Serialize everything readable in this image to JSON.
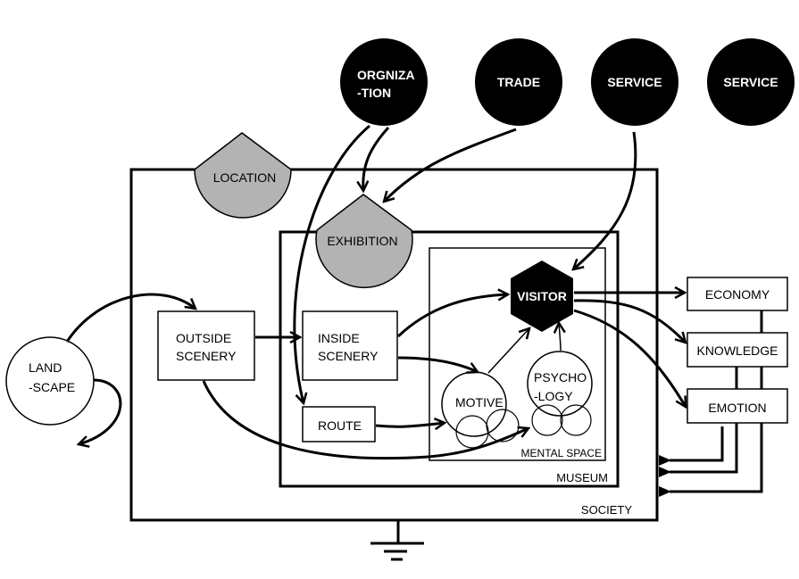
{
  "diagram": {
    "colors": {
      "ink": "#000000",
      "background": "#ffffff",
      "gray_node": "#b3b3b3",
      "dark_node_text": "#ffffff"
    },
    "external_nodes": [
      {
        "id": "organization",
        "lines": [
          "ORGNIZA",
          "-TION"
        ]
      },
      {
        "id": "trade",
        "lines": [
          "TRADE"
        ]
      },
      {
        "id": "service-1",
        "lines": [
          "SERVICE"
        ]
      },
      {
        "id": "service-2",
        "lines": [
          "SERVICE"
        ]
      }
    ],
    "gray_nodes": {
      "location": "LOCATION",
      "exhibition": "EXHIBITION"
    },
    "containers": {
      "society": "SOCIETY",
      "museum": "MUSEUM",
      "mental_space": "MENTAL SPACE"
    },
    "nodes": {
      "landscape": [
        "LAND",
        "-SCAPE"
      ],
      "outside_scenery": [
        "OUTSIDE",
        "SCENERY"
      ],
      "inside_scenery": [
        "INSIDE",
        "SCENERY"
      ],
      "route": "ROUTE",
      "motive": "MOTIVE",
      "psychology": [
        "PSYCHO",
        "-LOGY"
      ],
      "visitor": "VISITOR"
    },
    "outcomes": [
      "ECONOMY",
      "KNOWLEDGE",
      "EMOTION"
    ],
    "edges": [
      {
        "from": "organization",
        "to": "exhibition"
      },
      {
        "from": "organization",
        "to": "route"
      },
      {
        "from": "trade",
        "to": "exhibition"
      },
      {
        "from": "service-1",
        "to": "visitor"
      },
      {
        "from": "landscape",
        "to": "outside_scenery"
      },
      {
        "from": "landscape",
        "to": "landscape-outflow"
      },
      {
        "from": "outside_scenery",
        "to": "inside_scenery"
      },
      {
        "from": "outside_scenery",
        "to": "psychology"
      },
      {
        "from": "inside_scenery",
        "to": "visitor"
      },
      {
        "from": "inside_scenery",
        "to": "motive"
      },
      {
        "from": "route",
        "to": "motive"
      },
      {
        "from": "motive",
        "to": "visitor"
      },
      {
        "from": "psychology",
        "to": "visitor"
      },
      {
        "from": "visitor",
        "to": "economy"
      },
      {
        "from": "visitor",
        "to": "knowledge"
      },
      {
        "from": "visitor",
        "to": "emotion"
      },
      {
        "from": "emotion",
        "to": "society"
      },
      {
        "from": "knowledge",
        "to": "society"
      },
      {
        "from": "economy",
        "to": "society"
      }
    ]
  }
}
